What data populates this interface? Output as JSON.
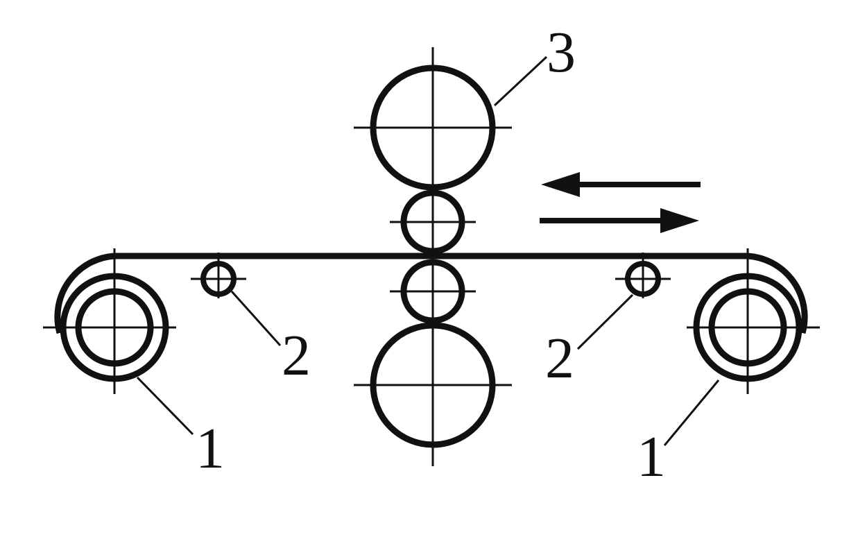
{
  "diagram": {
    "colors": {
      "ink": "#111111",
      "background": "#ffffff"
    },
    "labels": {
      "coiler": "1",
      "guide_roller": "2",
      "mill_stand": "3"
    },
    "arrows": {
      "upper_direction": "left",
      "lower_direction": "right"
    }
  }
}
